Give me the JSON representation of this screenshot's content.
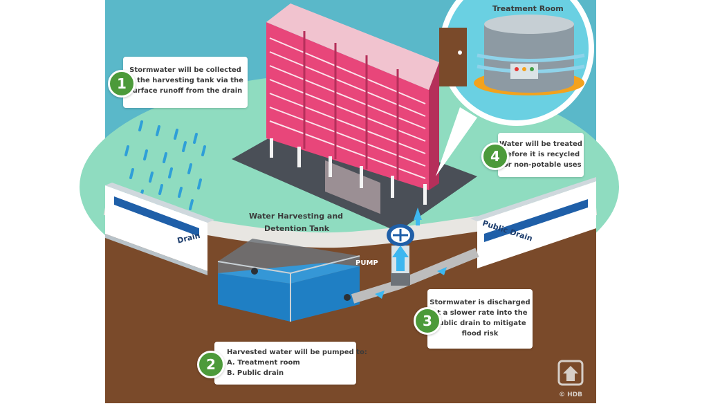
{
  "diagram": {
    "labels": {
      "treatment_room": "Treatment Room",
      "tank_line1": "Water Harvesting and",
      "tank_line2": "Detention Tank",
      "pump": "PUMP",
      "drain_left": "Drain",
      "drain_right": "Public Drain",
      "copyright": "© HDB"
    },
    "steps": [
      {
        "number": "1",
        "lines": [
          "Stormwater will be collected",
          "in the harvesting tank via the",
          "surface runoff from the drain"
        ]
      },
      {
        "number": "2",
        "lines": [
          "Harvested water will be pumped to:",
          "A. Treatment room",
          "B. Public drain"
        ]
      },
      {
        "number": "3",
        "lines": [
          "Stormwater is discharged",
          "at a slower rate into the",
          "public drain to mitigate",
          "flood risk"
        ]
      },
      {
        "number": "4",
        "lines": [
          "Water will be treated",
          "before it is recycled",
          "for non-potable uses"
        ]
      }
    ],
    "colors": {
      "sky": "#5ab8c9",
      "ground": "#7a4a2a",
      "grass": "#8fdcc0",
      "building": "#e8467a",
      "water": "#1f7fc4",
      "badge": "#4c9a3a"
    }
  }
}
